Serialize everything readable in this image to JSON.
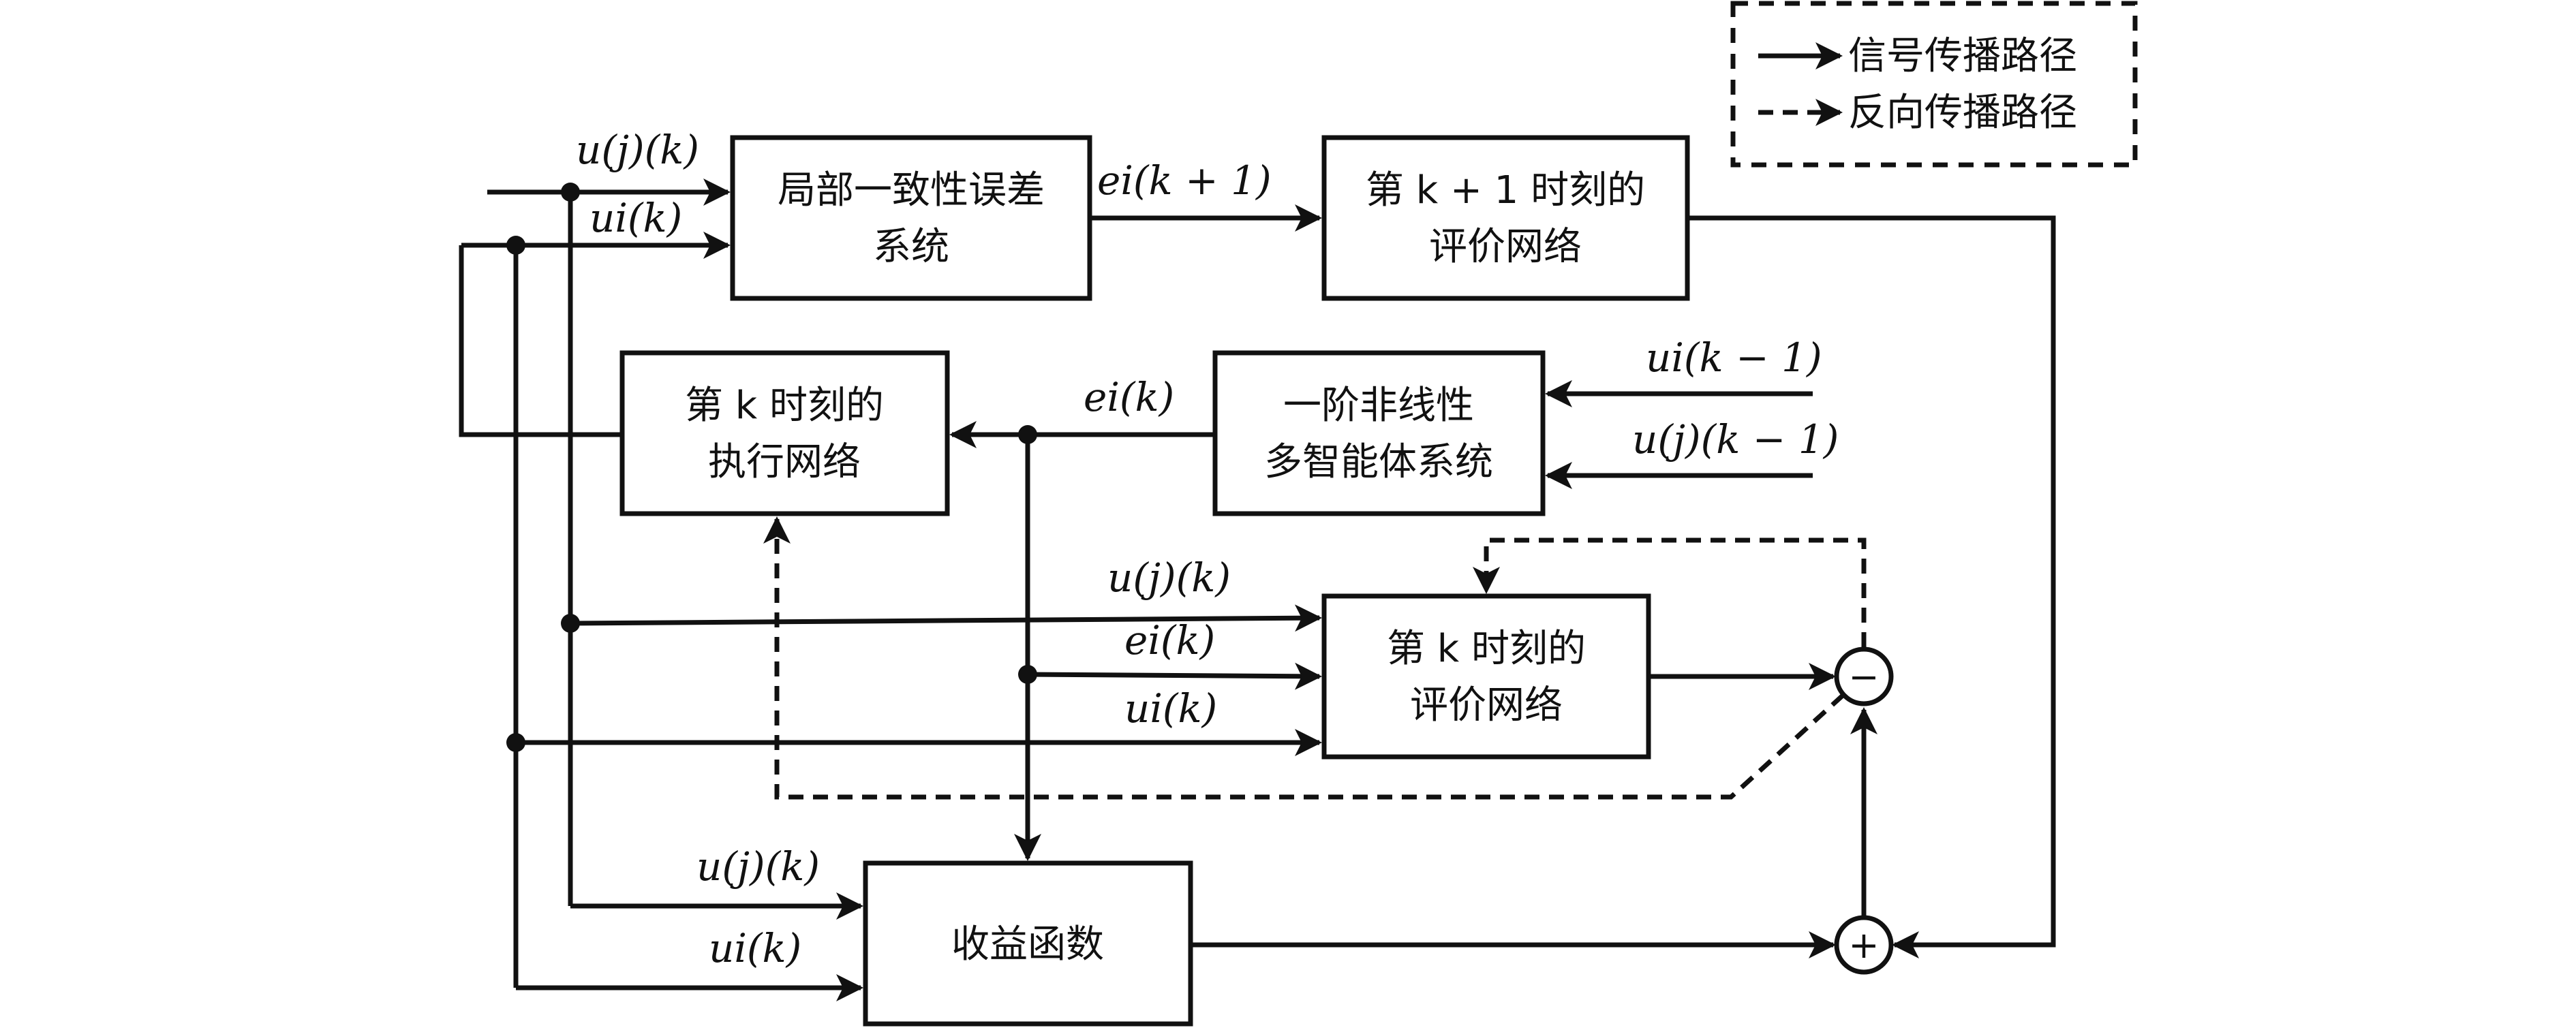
{
  "legend": {
    "solid": "信号传播路径",
    "dashed": "反向传播路径"
  },
  "blocks": {
    "local_error": [
      "局部一致性误差",
      "系统"
    ],
    "critic_k1": [
      "第 k + 1 时刻的",
      "评价网络"
    ],
    "actor_k": [
      "第 k 时刻的",
      "执行网络"
    ],
    "mas": [
      "一阶非线性",
      "多智能体系统"
    ],
    "critic_k": [
      "第 k 时刻的",
      "评价网络"
    ],
    "reward": [
      "收益函数"
    ]
  },
  "labels": {
    "uj_top": "u(j)(k)",
    "ui_top": "ui(k)",
    "ei_k1": "ei(k + 1)",
    "ei_mid": "ei(k)",
    "ui_km1": "ui(k − 1)",
    "uj_km1": "u(j)(k − 1)",
    "uj_critic": "u(j)(k)",
    "ei_critic": "ei(k)",
    "ui_critic": "ui(k)",
    "uj_reward": "u(j)(k)",
    "ui_reward": "ui(k)"
  },
  "summing": {
    "minus": "−",
    "plus": "+"
  },
  "colors": {
    "line": "#111111",
    "background": "#ffffff"
  }
}
